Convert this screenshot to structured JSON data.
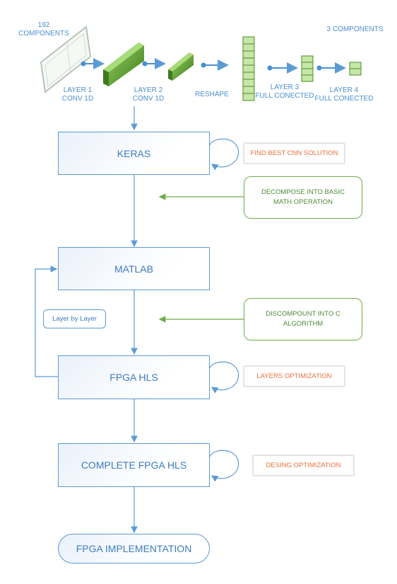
{
  "top": {
    "input_label": "192\nCOMPONENTS",
    "output_label": "3 COMPONENTS",
    "layer1": "LAYER 1\nCONV 1D",
    "layer2": "LAYER 2\nCONV 1D",
    "reshape": "RESHAPE",
    "layer3": "LAYER 3\nFULL CONECTED",
    "layer4": "LAYER 4\nFULL CONECTED"
  },
  "flow": {
    "keras": "KERAS",
    "matlab": "MATLAB",
    "fpga_hls": "FPGA HLS",
    "complete_fpga_hls": "COMPLETE FPGA HLS",
    "fpga_implementation": "FPGA IMPLEMENTATION",
    "layer_by_layer": "Layer by Layer"
  },
  "notes": {
    "find_best": "FIND BEST CNN SOLUTION",
    "decompose": "DECOMPOSE INTO BASIC MATH OPERATION",
    "discompound": "DISCOMPOUNT INTO C ALGORITHM",
    "layers_opt": "LAYERS OPTIMIZATION",
    "desing_opt": "DESING OPTIMIZATION"
  },
  "colors": {
    "blue": "#5b9bd5",
    "text_blue": "#3b7cc2",
    "green": "#70ad47",
    "orange": "#e8703a",
    "layer_green": "#4c8a2a"
  }
}
